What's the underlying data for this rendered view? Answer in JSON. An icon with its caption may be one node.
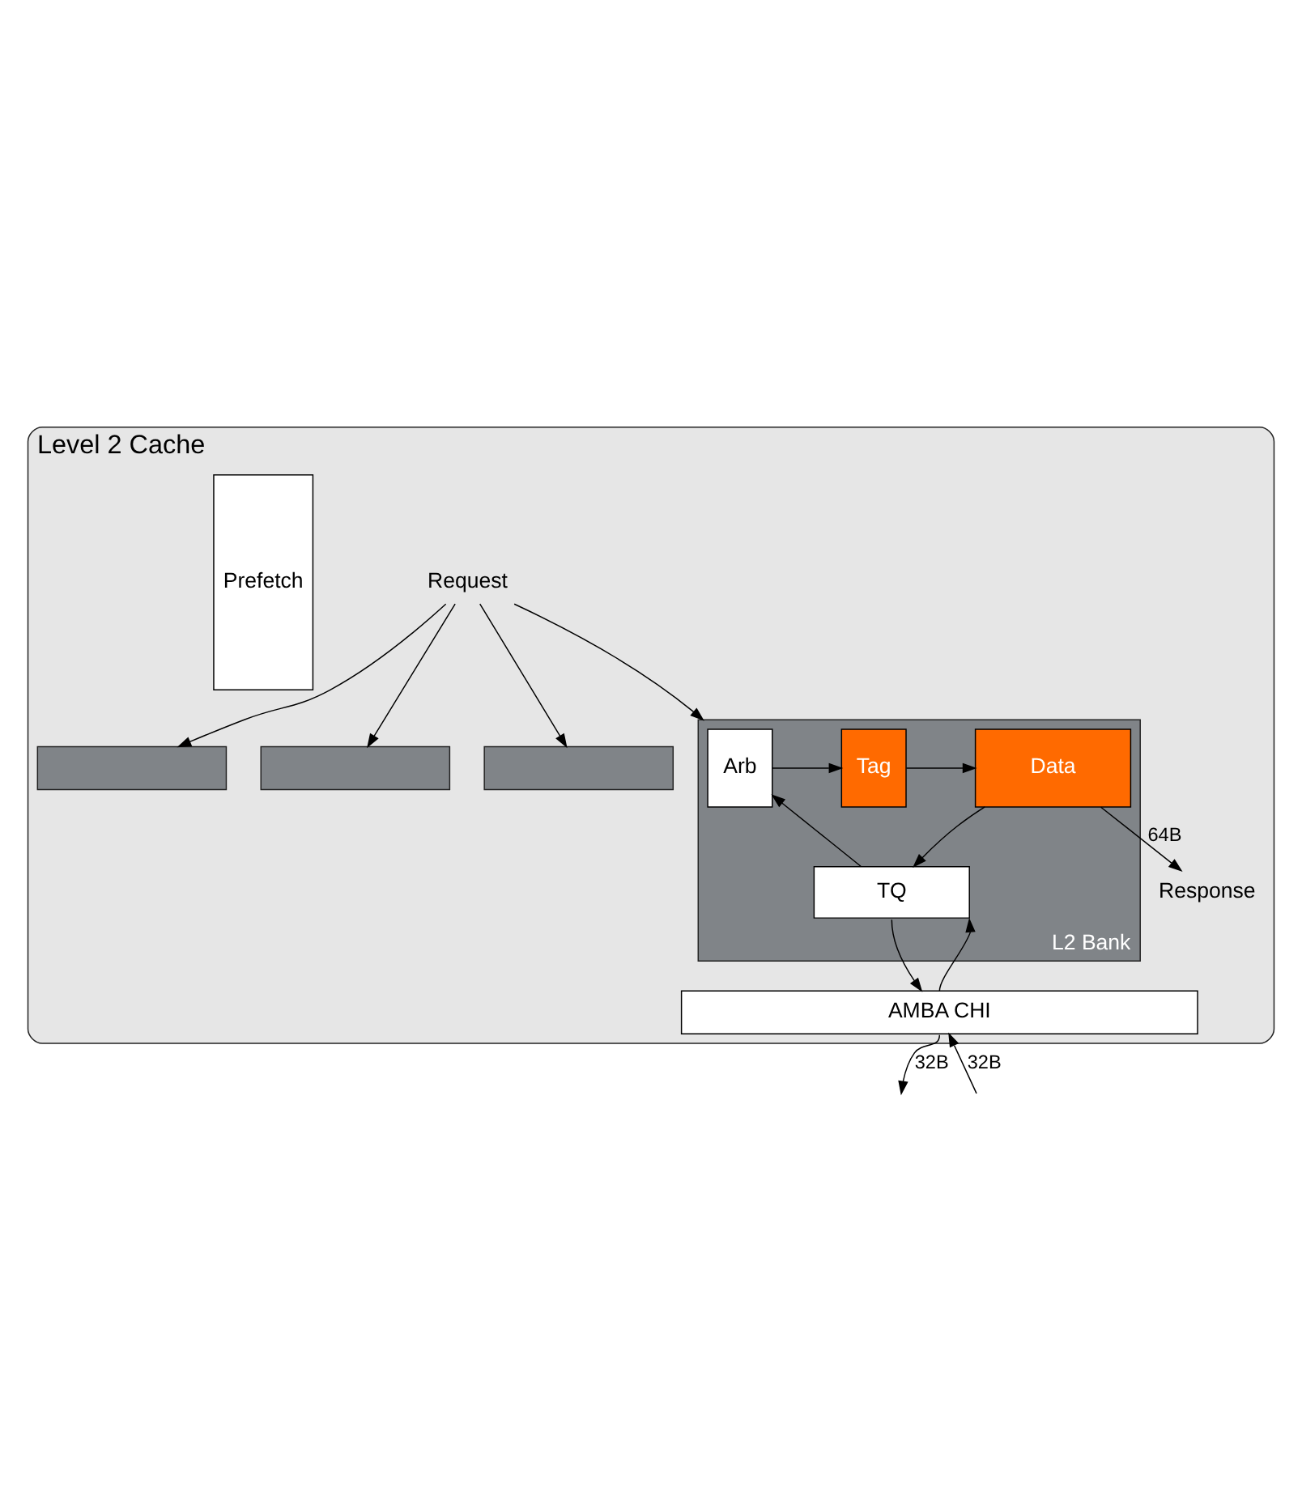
{
  "diagram": {
    "nodes": [
      {
        "text": [
          "Level 2 Cache"
        ]
      },
      {
        "text": [
          "Request"
        ],
        "in": 0
      },
      {
        "text": [
          "Response"
        ],
        "in": 0
      },
      {
        "text": [],
        "shape": "box",
        "in": 0
      },
      {
        "text": [],
        "shape": "box",
        "in": 0
      },
      {
        "text": [],
        "shape": "box",
        "in": 0
      },
      {
        "text": [
          "L2 Bank"
        ],
        "in": 0
      },
      {
        "text": [
          "Arb"
        ],
        "in": 6
      },
      {
        "text": [
          "Tag"
        ],
        "in": 6
      },
      {
        "text": [
          "Data"
        ],
        "in": 6
      },
      {
        "text": [
          "TQ"
        ],
        "in": 6
      },
      {
        "text": [
          "Prefetch"
        ],
        "in": 0
      },
      {
        "text": [
          "AMBA CHI"
        ],
        "in": 0
      }
    ],
    "edges": [
      {
        "from": 1,
        "to": 3,
        "arrow": "to"
      },
      {
        "from": 1,
        "to": 4,
        "arrow": "to"
      },
      {
        "from": 1,
        "to": 5,
        "arrow": "to"
      },
      {
        "from": 1,
        "to": 6,
        "arrow": "to"
      },
      {
        "from": 7,
        "to": 8,
        "arrow": "to"
      },
      {
        "from": 8,
        "to": 9,
        "arrow": "to"
      },
      {
        "from": 9,
        "to": 2,
        "arrow": "to",
        "label": "64B"
      },
      {
        "from": 9,
        "to": 10,
        "arrow": "to"
      },
      {
        "from": 10,
        "to": 7,
        "arrow": "to"
      },
      {
        "from": 10,
        "to": 12,
        "arrow": "to"
      },
      {
        "from": 12,
        "to": 10,
        "arrow": "to"
      },
      {
        "from": 12,
        "to": null,
        "arrow": "to",
        "label": "32B"
      },
      {
        "from": null,
        "to": 12,
        "arrow": "to",
        "label": "32B"
      }
    ]
  }
}
